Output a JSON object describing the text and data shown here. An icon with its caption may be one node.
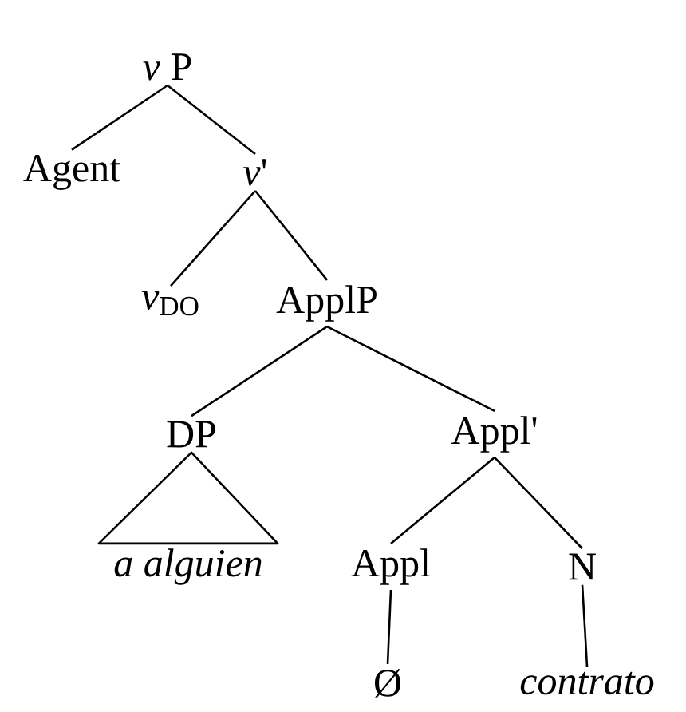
{
  "diagram": {
    "nodes": [
      {
        "text": [
          "*v* P"
        ]
      },
      {
        "text": [
          "Agent"
        ]
      },
      {
        "text": [
          "*v*'"
        ]
      },
      {
        "text": [
          "*v*$_{DO}$"
        ]
      },
      {
        "text": [
          "ApplP"
        ]
      },
      {
        "text": [
          "DP"
        ]
      },
      {
        "text": [
          "Appl'"
        ]
      },
      {
        "text": [
          "a alguien"
        ]
      },
      {
        "text": [
          "Appl"
        ]
      },
      {
        "text": [
          "N"
        ]
      },
      {
        "text": [
          "Ø"
        ]
      },
      {
        "text": [
          "contrato"
        ]
      }
    ],
    "edges": [
      {
        "from": 0,
        "to": 1,
        "arrow": "none"
      },
      {
        "from": 0,
        "to": 2,
        "arrow": "none"
      },
      {
        "from": 2,
        "to": 3,
        "arrow": "none"
      },
      {
        "from": 2,
        "to": 4,
        "arrow": "none"
      },
      {
        "from": 4,
        "to": 5,
        "arrow": "none"
      },
      {
        "from": 4,
        "to": 6,
        "arrow": "none"
      },
      {
        "from": 5,
        "to": 7,
        "arrow": "none"
      },
      {
        "from": 6,
        "to": 8,
        "arrow": "none"
      },
      {
        "from": 6,
        "to": 9,
        "arrow": "none"
      },
      {
        "from": 8,
        "to": 10,
        "arrow": "none"
      },
      {
        "from": 9,
        "to": 11,
        "arrow": "none"
      }
    ]
  }
}
